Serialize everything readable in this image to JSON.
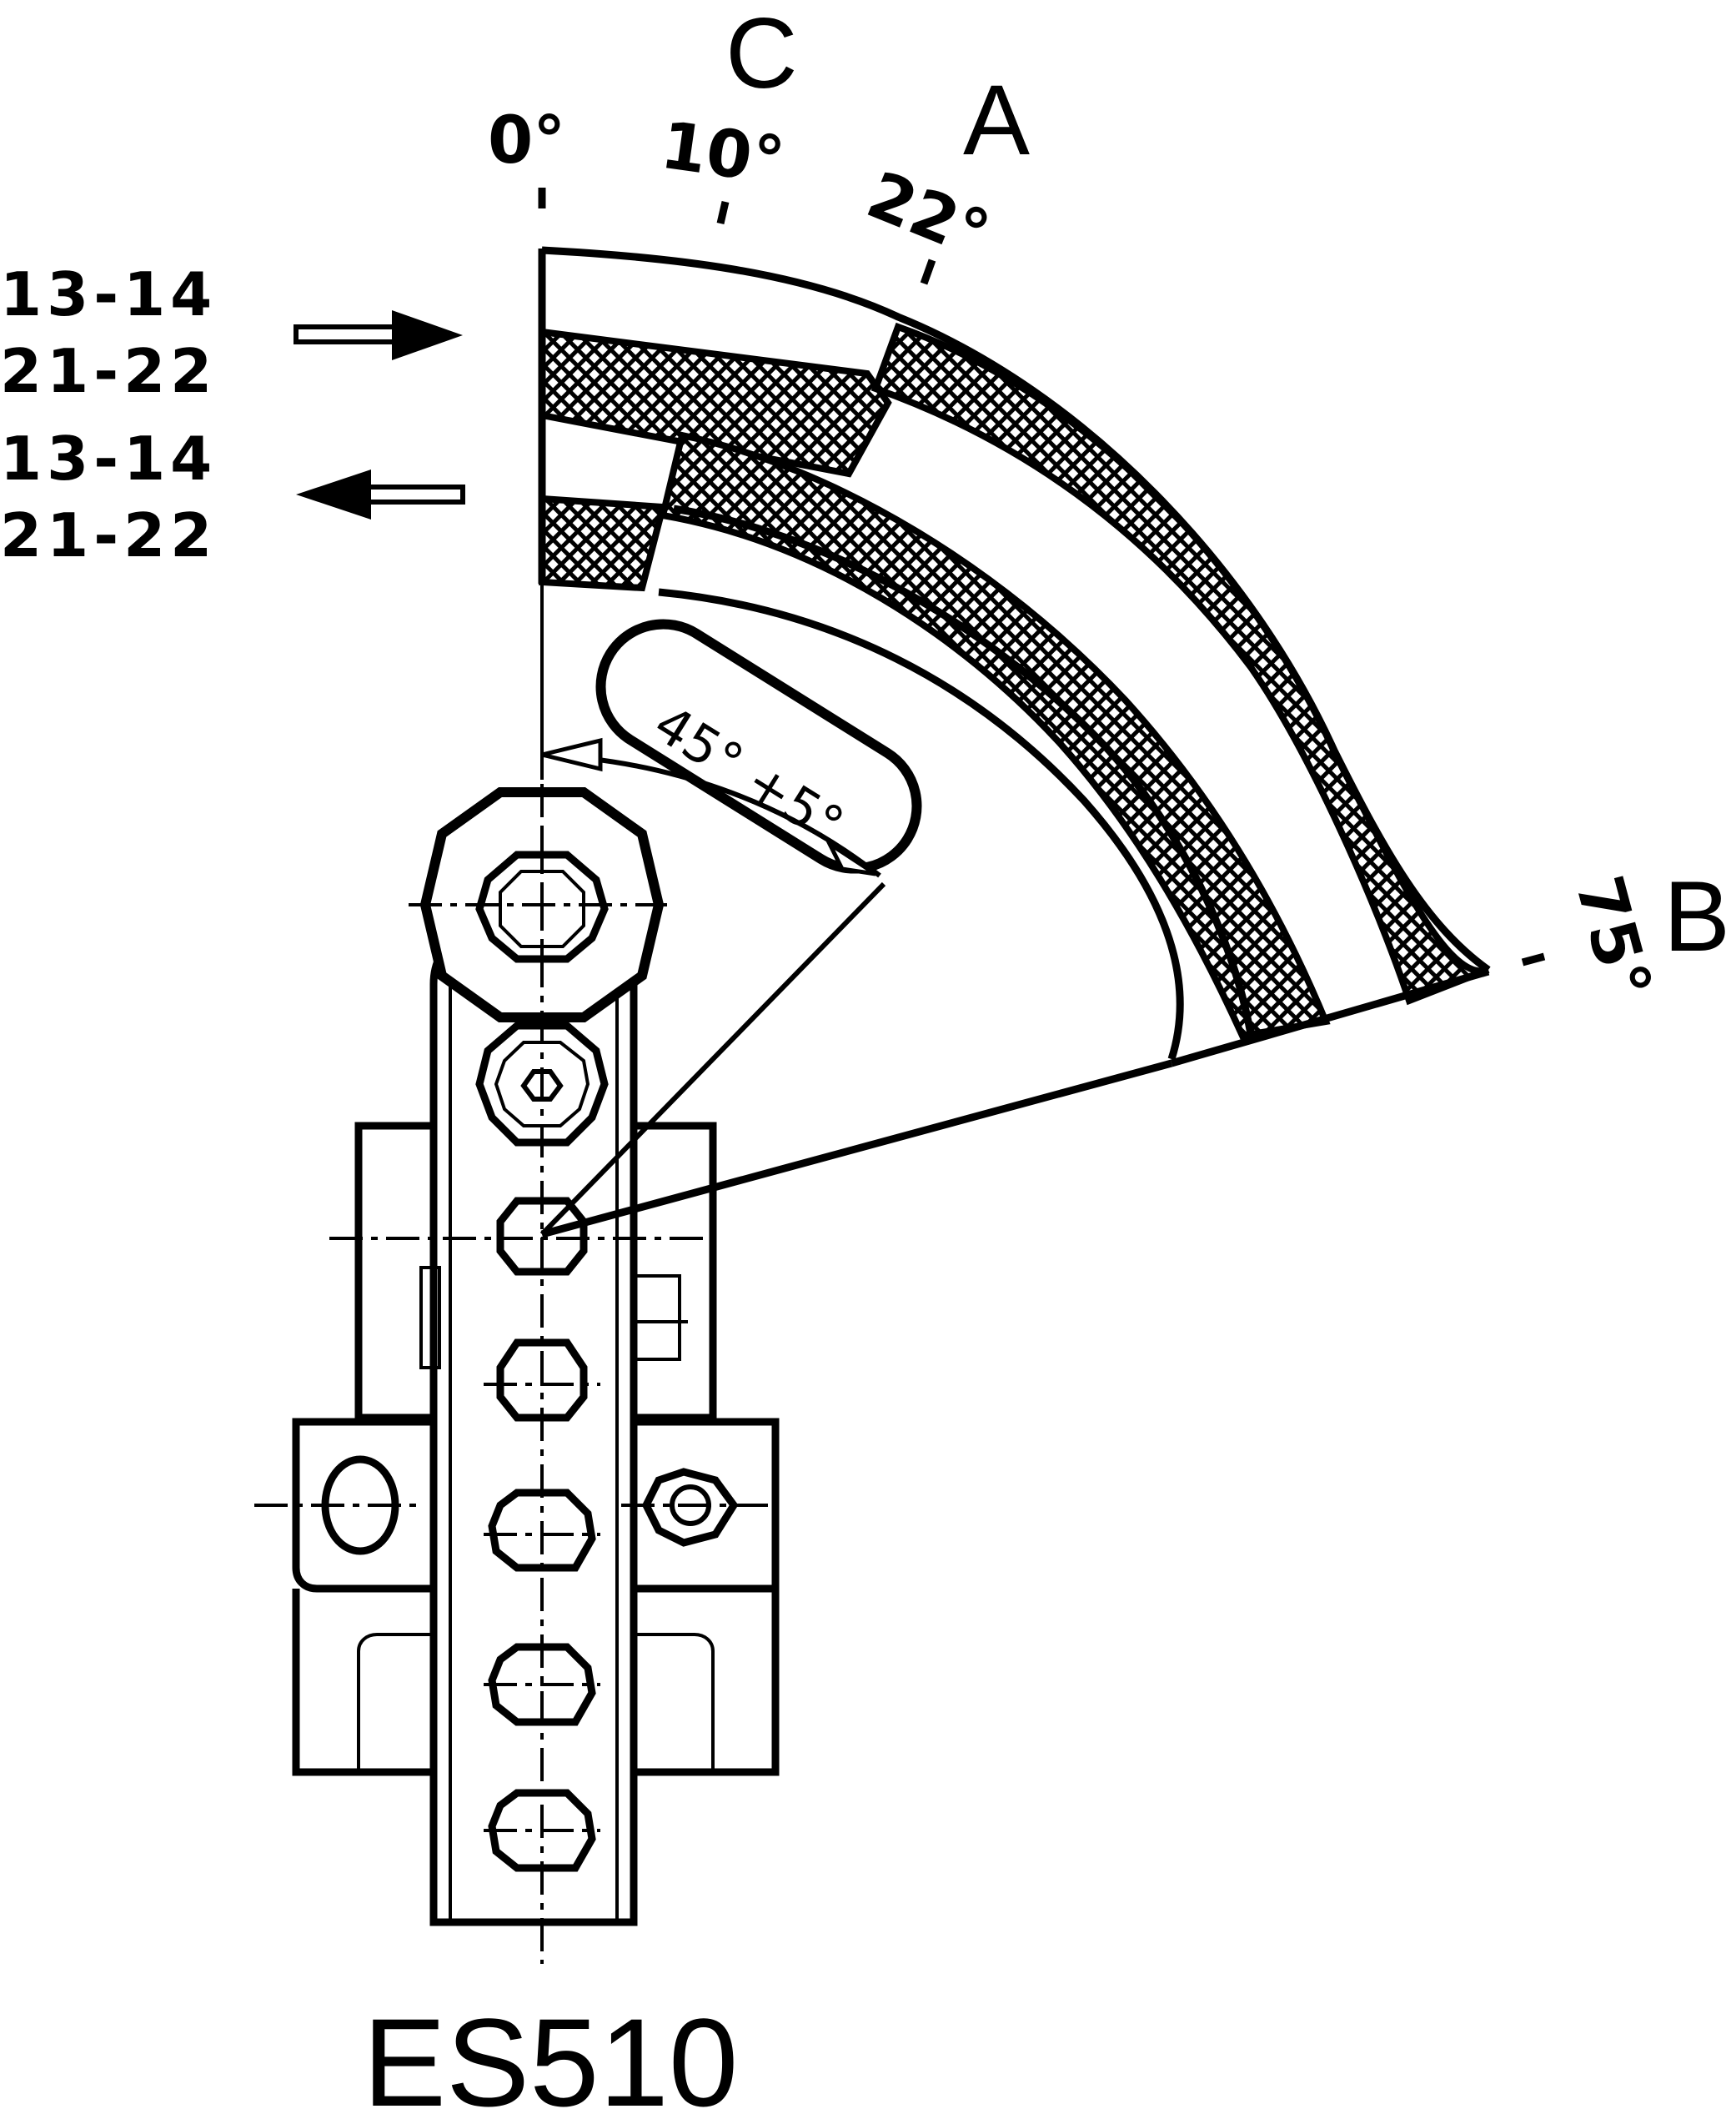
{
  "model": "ES510",
  "positions": {
    "c": "C",
    "a": "A",
    "b": "B"
  },
  "angles": {
    "zero": "0°",
    "ten": "10°",
    "twenty_two": "22°",
    "seventy_five": "75°"
  },
  "contacts": {
    "forward_1": "13-14",
    "forward_2": "21-22",
    "return_1": "13-14",
    "return_2": "21-22"
  },
  "travel_callout": "45° +5°",
  "colors": {
    "ink": "#000000",
    "background": "#ffffff"
  }
}
